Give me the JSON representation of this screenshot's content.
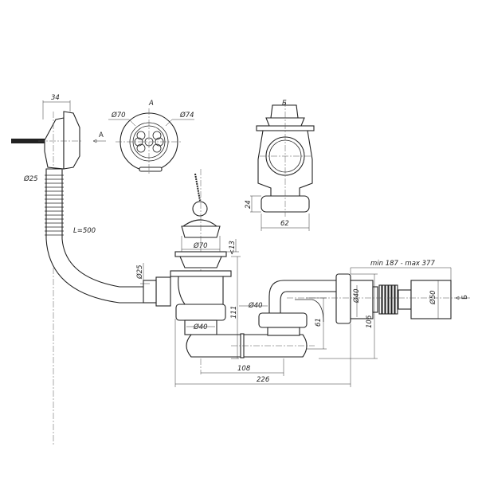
{
  "labels": {
    "overflow_width": "34",
    "view_a_inner_dia": "Ø70",
    "view_a_title": "A",
    "view_a_outer_dia": "Ø74",
    "view_a_arrow": "A",
    "view_b_title": "Б",
    "overflow_pipe_dia": "Ø25",
    "view_b_height": "24",
    "view_b_width": "62",
    "hose_length": "L=500",
    "strainer_dia": "Ø70",
    "strainer_height": "<13",
    "inlet_dia": "Ø25",
    "elbow_dia": "Ø40",
    "trap_height": "111",
    "outlet_dia_left": "Ø40",
    "elbow_height": "61",
    "outlet_length": "min 187 - max 377",
    "nut_dia": "Ø40",
    "outlet_height": "106",
    "outlet_pipe_dia": "Ø50",
    "view_b_arrow": "Б",
    "center_distance": "108",
    "total_width": "226"
  }
}
